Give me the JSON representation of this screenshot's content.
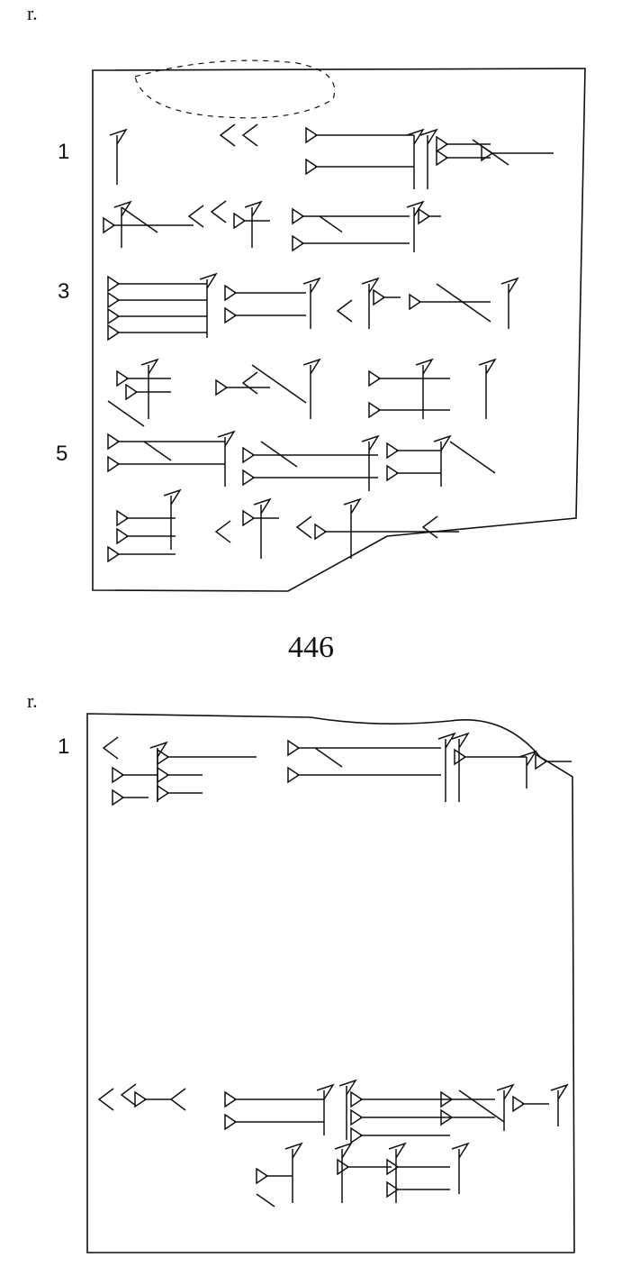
{
  "tablets": [
    {
      "side_label": "r.",
      "line_numbers": [
        "1",
        "3",
        "5"
      ]
    },
    {
      "side_label": "r.",
      "line_numbers": [
        "1"
      ]
    }
  ],
  "text_number": "446"
}
